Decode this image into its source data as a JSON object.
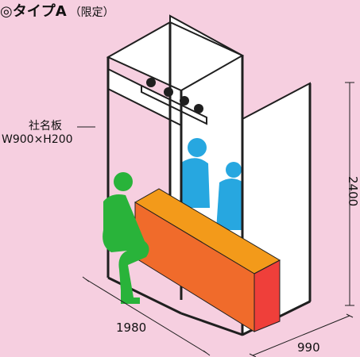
{
  "title": {
    "main": "◎タイプA",
    "note": "（限定）"
  },
  "nameplate": {
    "label": "社名板",
    "size": "W900×H200"
  },
  "dimensions": {
    "width": "1980",
    "depth": "990",
    "height": "2400"
  },
  "colors": {
    "background": "#f6cfe0",
    "frame": "#1f1f1f",
    "panel": "#ffffff",
    "person_green": "#29b33a",
    "person_blue": "#27a7e0",
    "counter_top": "#f39a1a",
    "counter_front": "#f06b2b",
    "counter_end": "#ef3f3a"
  }
}
